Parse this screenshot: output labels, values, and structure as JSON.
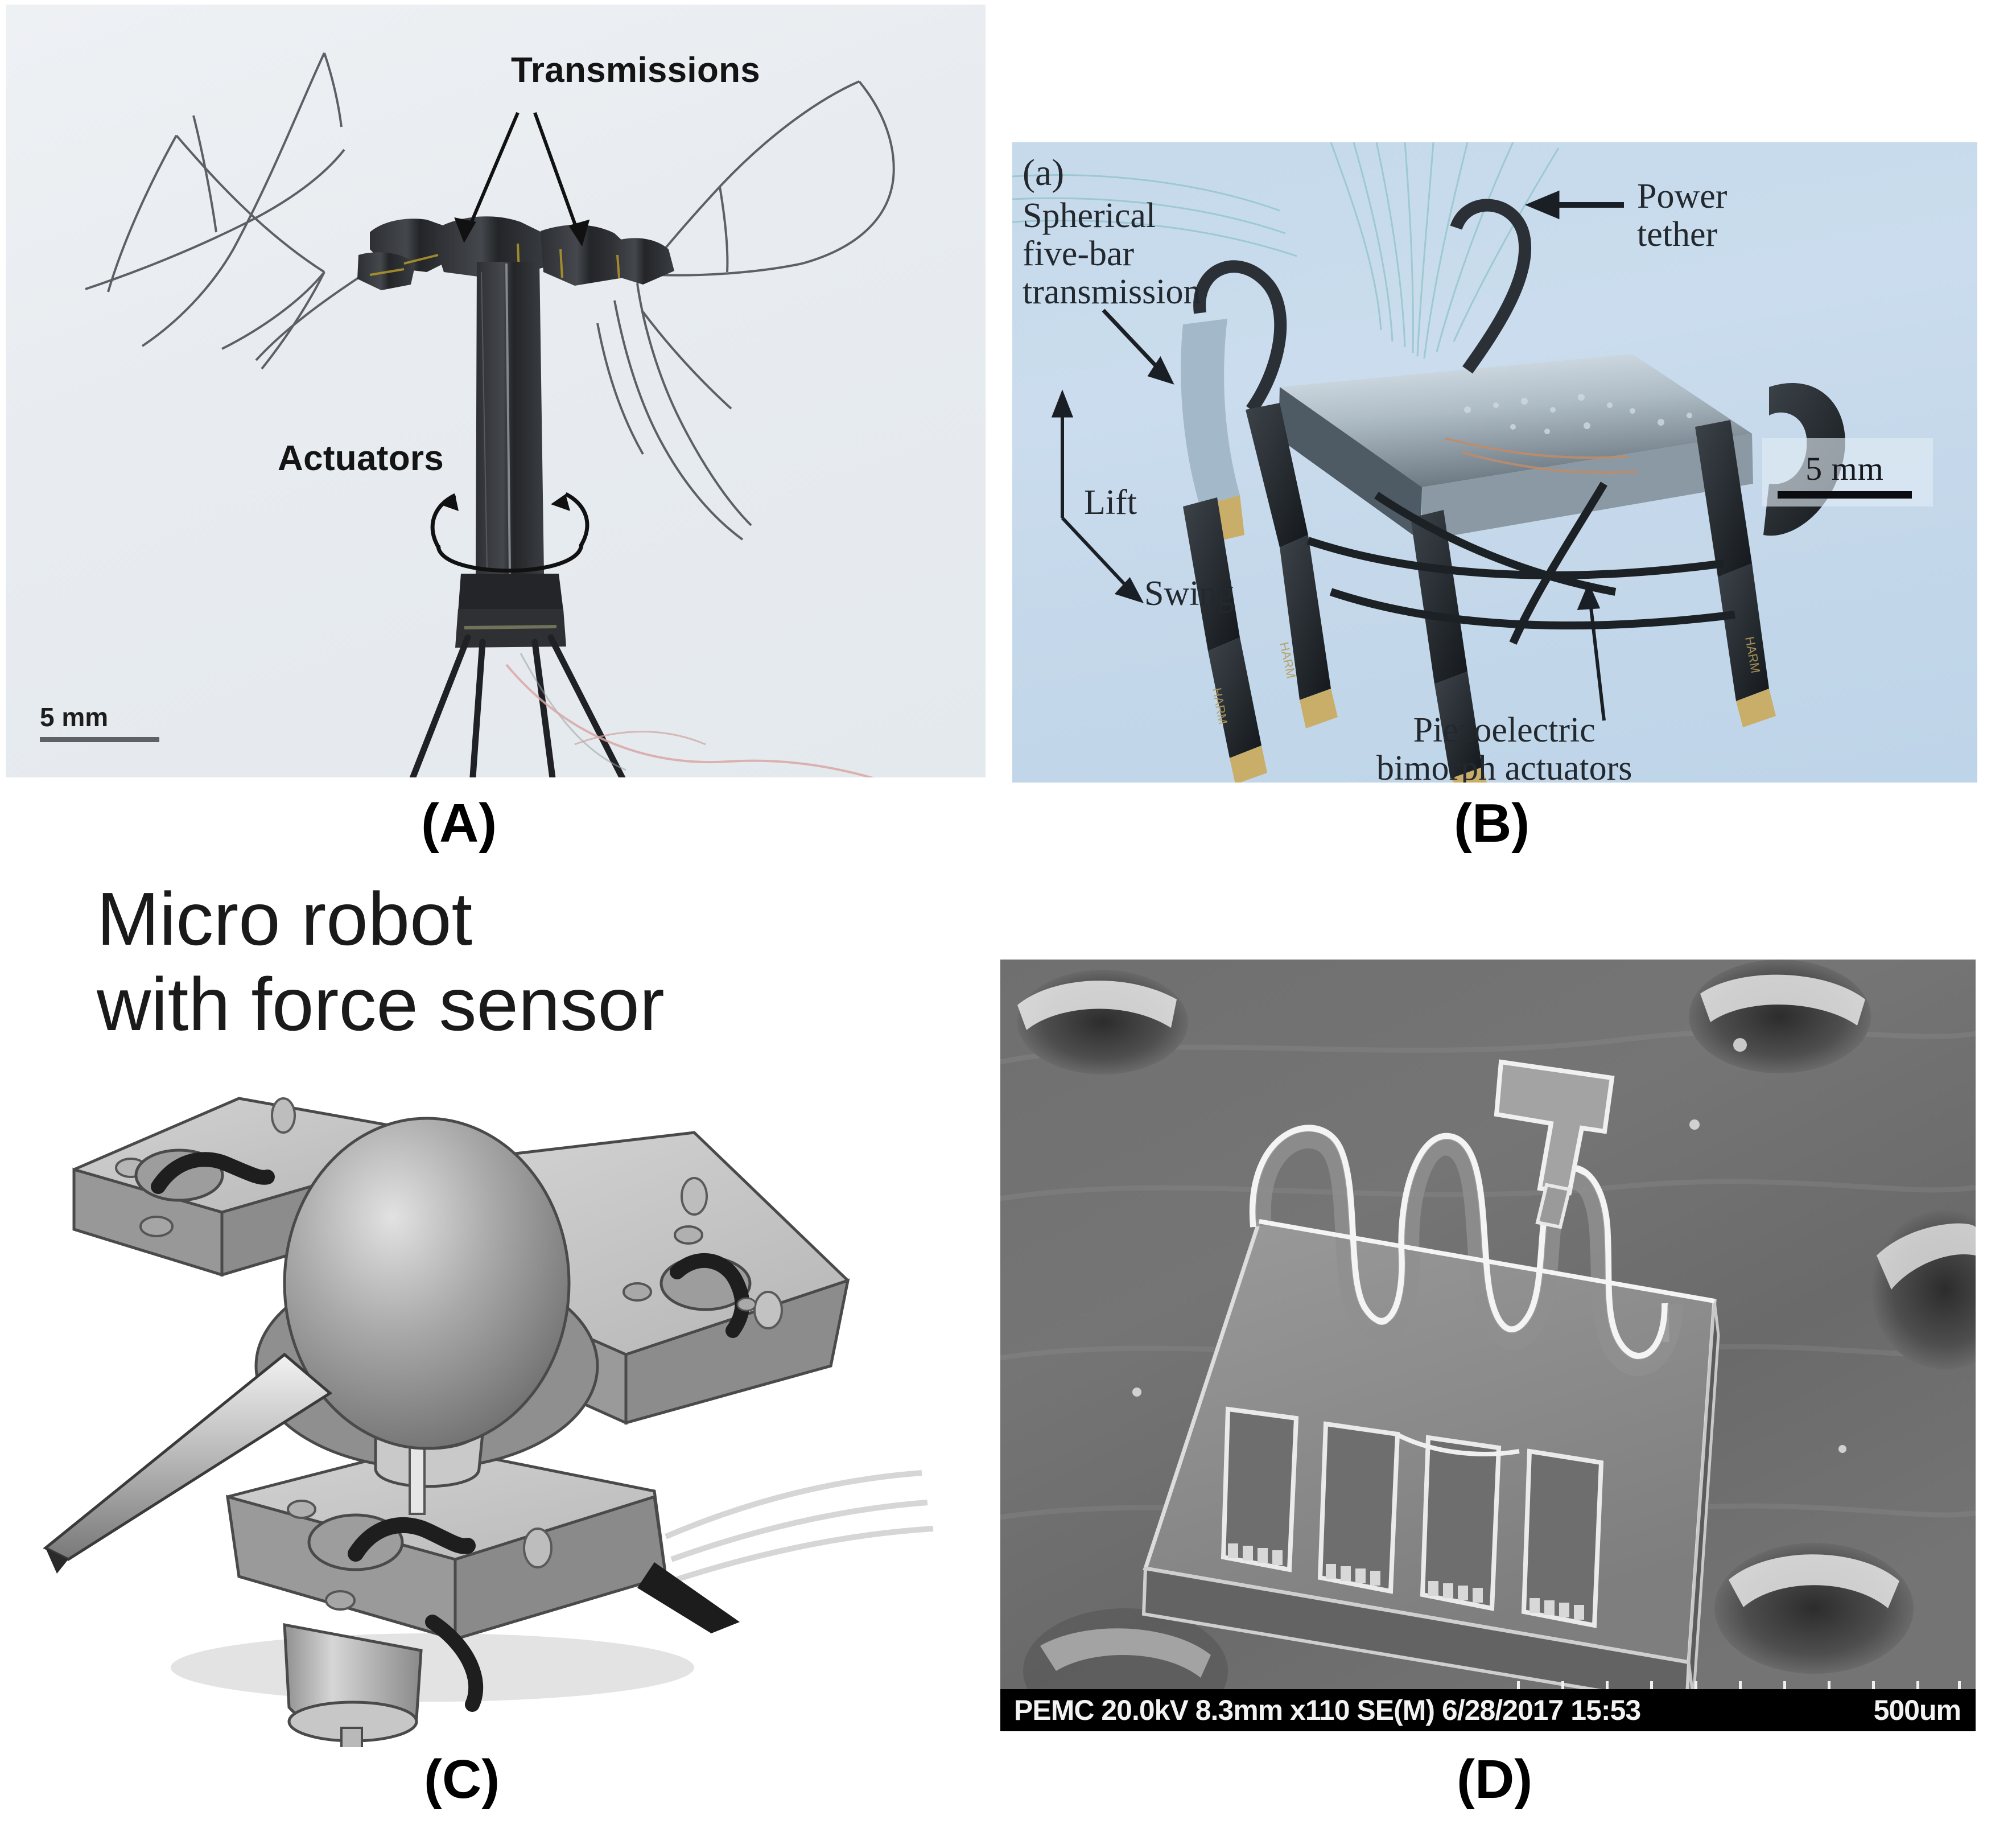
{
  "figure": {
    "panels": [
      {
        "id": "A",
        "caption": "(A)",
        "type": "photograph",
        "subject": "flapping-wing flying micro-robot",
        "background_color": "#e8ecf0",
        "annotations": [
          {
            "name": "transmissions",
            "text": "Transmissions",
            "arrows": 2
          },
          {
            "name": "actuators",
            "text": "Actuators",
            "arrows": 2
          }
        ],
        "scale_bar": {
          "label": "5 mm",
          "color": "#5e6266"
        }
      },
      {
        "id": "B",
        "caption": "(B)",
        "type": "photograph",
        "subject": "hexapod walking micro-robot",
        "sub_label": "(a)",
        "background_color": "#c6daeb",
        "annotations": [
          {
            "name": "spherical-five-bar-transmission",
            "text": "Spherical\nfive-bar\ntransmission"
          },
          {
            "name": "power-tether",
            "text": "Power\ntether"
          },
          {
            "name": "lift-axis",
            "text": "Lift"
          },
          {
            "name": "swing-axis",
            "text": "Swing"
          },
          {
            "name": "piezoelectric-bimorph-actuators",
            "text": "Piezoelectric\nbimorph actuators"
          }
        ],
        "scale_bar": {
          "label": "5 mm",
          "color": "#0b0d10"
        }
      },
      {
        "id": "C",
        "caption": "(C)",
        "type": "cad-rendering",
        "subject": "micro robot with force sensor",
        "title": "Micro robot\nwith force sensor",
        "background_color": "#ffffff"
      },
      {
        "id": "D",
        "caption": "(D)",
        "type": "sem-micrograph",
        "subject": "MEMS device with serpentine spring and comb structures",
        "background_color": "#6d6d6d",
        "status_bar": {
          "info": "PEMC 20.0kV 8.3mm x110 SE(M) 6/28/2017 15:53",
          "scale": "500um",
          "tick_count": 11
        }
      }
    ]
  },
  "panelA": {
    "transmissions_label": "Transmissions",
    "actuators_label": "Actuators",
    "scale_label": "5 mm"
  },
  "panelB": {
    "sub_label": "(a)",
    "transmission_label": "Spherical\nfive-bar\ntransmission",
    "tether_label": "Power\ntether",
    "lift_label": "Lift",
    "swing_label": "Swing",
    "actuators_label": "Piezoelectric\nbimorph actuators",
    "scale_label": "5 mm"
  },
  "panelC": {
    "title": "Micro robot\nwith force sensor"
  },
  "panelD": {
    "sem_info": "PEMC 20.0kV 8.3mm x110 SE(M) 6/28/2017 15:53",
    "sem_scale": "500um"
  },
  "captions": {
    "a": "(A)",
    "b": "(B)",
    "c": "(C)",
    "d": "(D)"
  }
}
